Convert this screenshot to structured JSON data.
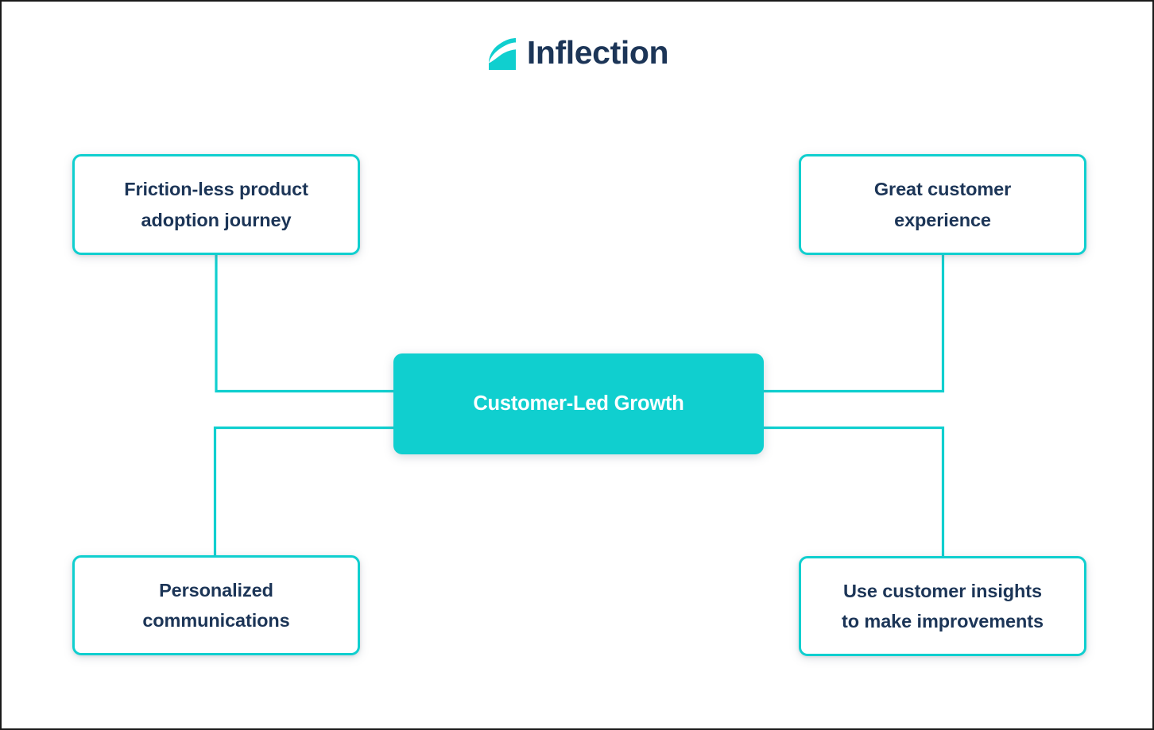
{
  "brand": {
    "name": "Inflection",
    "logo_icon": "inflection-curve-logo-icon",
    "teal": "#10cfcf",
    "navy": "#1c3557",
    "white": "#ffffff"
  },
  "diagram": {
    "type": "hub-and-spoke",
    "center": {
      "id": "customer-led-growth",
      "label": "Customer-Led Growth",
      "fill": "#10cfcf",
      "text_color": "#ffffff"
    },
    "nodes": [
      {
        "id": "friction-less-product-adoption-journey",
        "position": "top-left",
        "label": "Friction-less product\nadoption journey",
        "border_color": "#10cfcf",
        "fill": "#ffffff",
        "text_color": "#1c3557"
      },
      {
        "id": "great-customer-experience",
        "position": "top-right",
        "label": "Great customer\nexperience",
        "border_color": "#10cfcf",
        "fill": "#ffffff",
        "text_color": "#1c3557"
      },
      {
        "id": "personalized-communications",
        "position": "bottom-left",
        "label": "Personalized\ncommunications",
        "border_color": "#10cfcf",
        "fill": "#ffffff",
        "text_color": "#1c3557"
      },
      {
        "id": "use-customer-insights-to-make-improvements",
        "position": "bottom-right",
        "label": "Use customer insights\nto make improvements",
        "border_color": "#10cfcf",
        "fill": "#ffffff",
        "text_color": "#1c3557"
      }
    ],
    "connectors": [
      {
        "from": "friction-less-product-adoption-journey",
        "to": "customer-led-growth",
        "style": "orthogonal",
        "color": "#10cfcf"
      },
      {
        "from": "great-customer-experience",
        "to": "customer-led-growth",
        "style": "orthogonal",
        "color": "#10cfcf"
      },
      {
        "from": "personalized-communications",
        "to": "customer-led-growth",
        "style": "orthogonal",
        "color": "#10cfcf"
      },
      {
        "from": "use-customer-insights-to-make-improvements",
        "to": "customer-led-growth",
        "style": "orthogonal",
        "color": "#10cfcf"
      }
    ]
  }
}
